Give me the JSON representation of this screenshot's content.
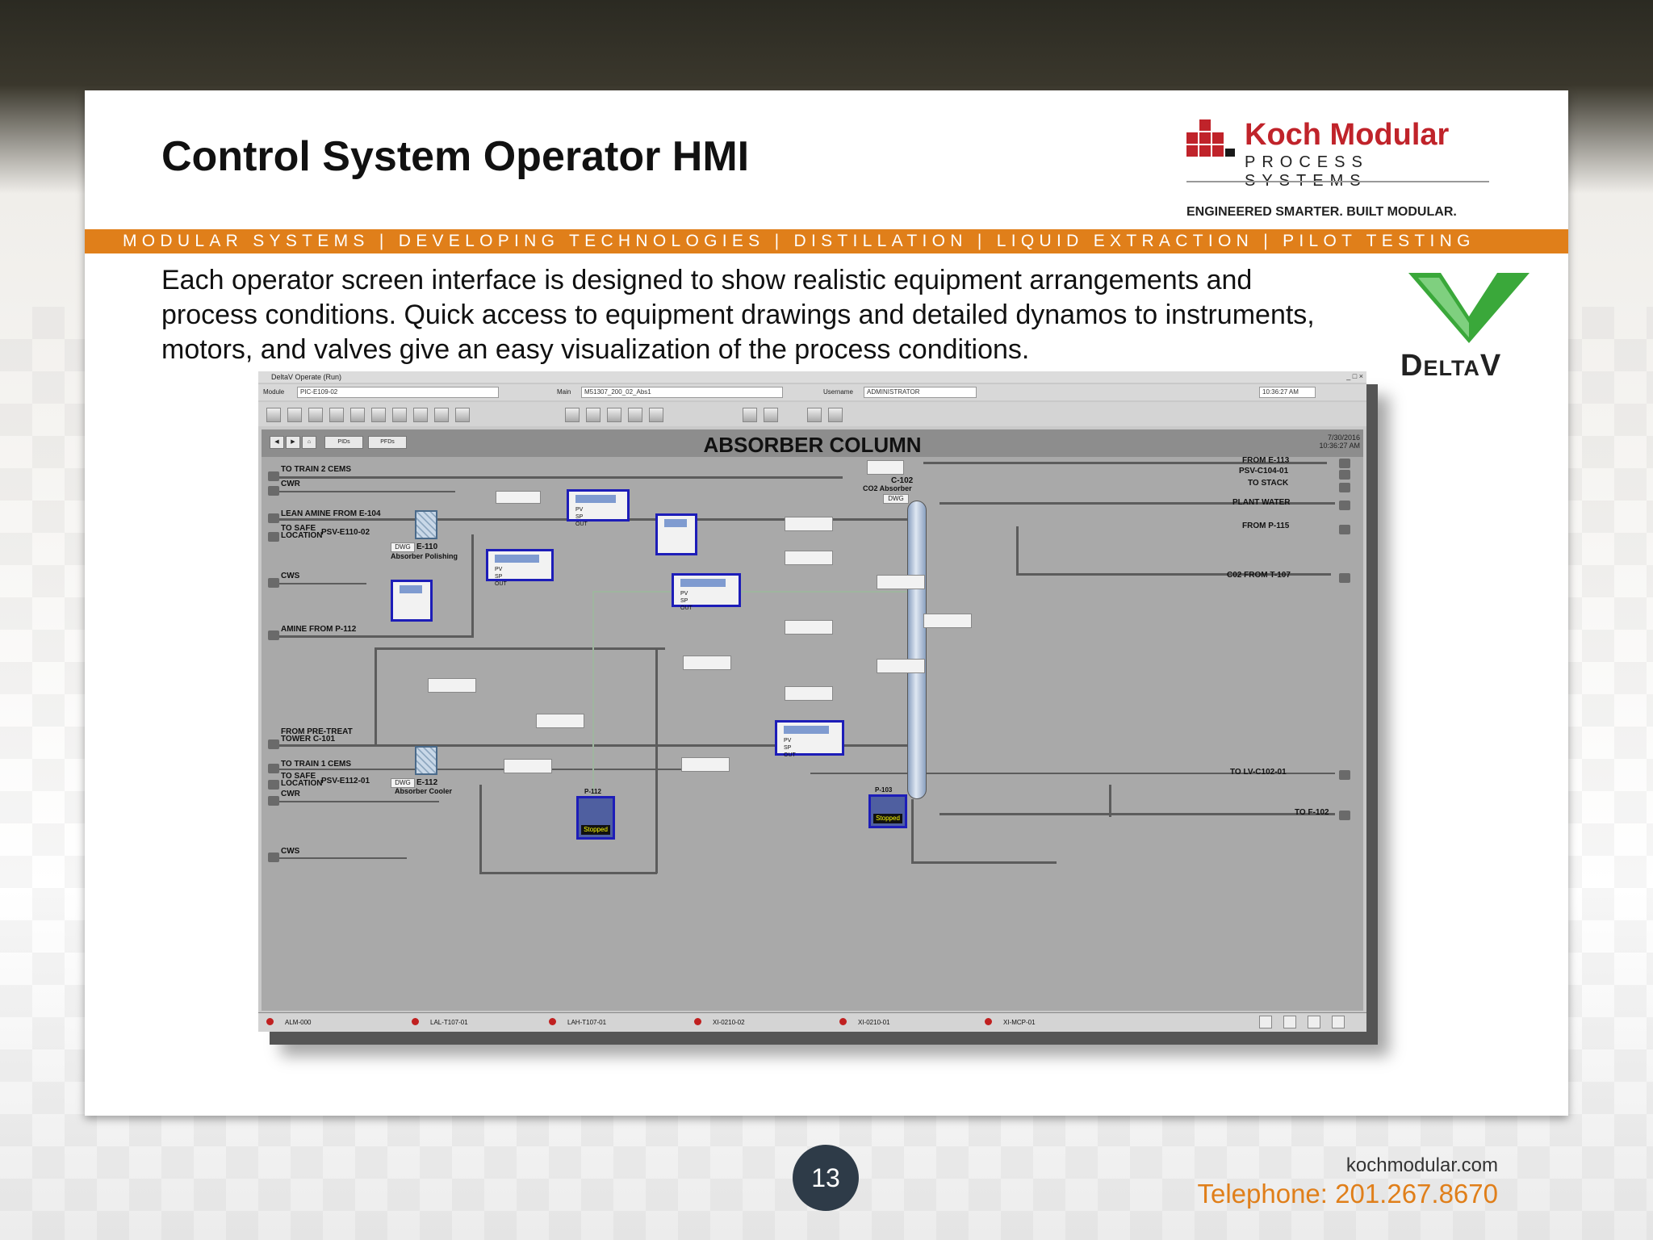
{
  "slide": {
    "title": "Control System Operator HMI",
    "band_text": "MODULAR SYSTEMS | DEVELOPING TECHNOLOGIES | DISTILLATION | LIQUID EXTRACTION | PILOT TESTING",
    "body": "Each operator screen interface is designed to show realistic equipment arrangements and process conditions.  Quick access to equipment drawings and detailed dynamos to instruments, motors, and valves give an easy visualization of the process conditions.",
    "page_number": "13",
    "website": "kochmodular.com",
    "telephone": "Telephone: 201.267.8670",
    "colors": {
      "accent": "#e07f1a",
      "brand_red": "#c0232a",
      "page_circle": "#2e3b48"
    }
  },
  "logo": {
    "name": "Koch Modular",
    "sub": "PROCESS SYSTEMS",
    "tagline": "ENGINEERED SMARTER. BUILT MODULAR."
  },
  "deltav": {
    "label": "DeltaV"
  },
  "hmi": {
    "window_title": "DeltaV Operate (Run)",
    "module_label": "Module",
    "module_value": "PIC-E109-02",
    "main_label": "Main",
    "main_value": "M51307_200_02_Abs1",
    "username_label": "Username",
    "username_value": "ADMINISTRATOR",
    "time": "10:36:27 AM",
    "heading": "ABSORBER COLUMN",
    "date": "7/30/2016",
    "date_time": "10:36:27 AM",
    "nav_buttons": [
      "PIDs",
      "PFDs"
    ],
    "left_streams": [
      "TO TRAIN 2 CEMS",
      "CWR",
      "LEAN AMINE FROM E-104",
      "TO SAFE LOCATION",
      "PSV-E110-02",
      "CWS",
      "AMINE FROM P-112",
      "FROM PRE-TREAT TOWER C-101",
      "TO TRAIN 1 CEMS",
      "TO SAFE LOCATION",
      "PSV-E112-01",
      "CWR",
      "CWS"
    ],
    "right_streams": [
      "FROM E-113",
      "PSV-C104-01",
      "TO STACK",
      "PLANT WATER",
      "FROM P-115",
      "C02 FROM T-107",
      "TO LV-C102-01",
      "TO F-102"
    ],
    "equipment": {
      "column": "C-102",
      "column_desc": "CO2 Absorber",
      "hx1": "E-110",
      "hx1_desc": "Absorber Polishing",
      "hx2": "E-112",
      "hx2_desc": "Absorber Cooler",
      "pump1": "P-112",
      "pump2": "P-103",
      "pump_status": "Stopped",
      "dwg": "DWG"
    },
    "footer_alarms": [
      "ALM-000",
      "LAL-T107-01",
      "LAH-T107-01",
      "XI-0210-02",
      "XI-0210-01",
      "XI-MCP-01"
    ]
  }
}
